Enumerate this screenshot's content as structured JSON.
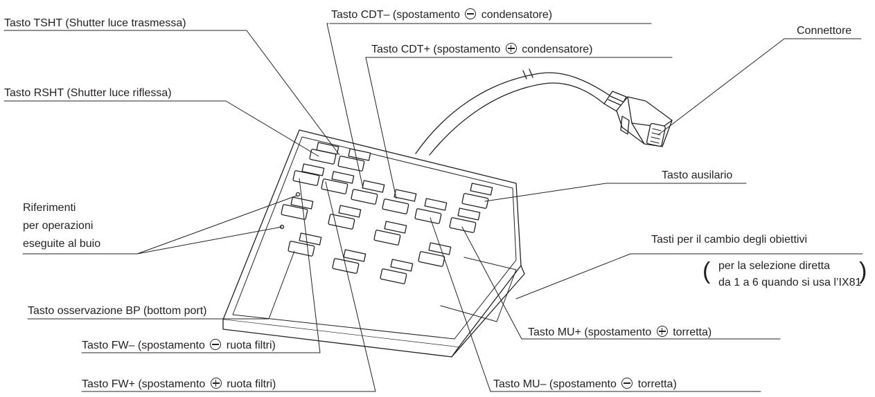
{
  "labels": {
    "tsht": "Tasto TSHT (Shutter luce trasmessa)",
    "rsht": "Tasto RSHT (Shutter luce riflessa)",
    "cdt_minus_a": "Tasto CDT– (spostamento",
    "cdt_minus_b": "condensatore)",
    "cdt_plus_a": "Tasto CDT+ (spostamento",
    "cdt_plus_b": "condensatore)",
    "connector": "Connettore",
    "aux": "Tasto ausilario",
    "dark_ref_1": "Riferimenti",
    "dark_ref_2": "per operazioni",
    "dark_ref_3": "eseguite al buio",
    "objectives": "Tasti per il cambio degli obiettivi",
    "objectives_note_1": "per la selezione diretta",
    "objectives_note_2": "da 1 a 6 quando si usa l’IX81",
    "bp": "Tasto osservazione BP (bottom port)",
    "fw_minus_a": "Tasto FW– (spostamento",
    "fw_minus_b": "ruota filtri)",
    "mu_plus_a": "Tasto MU+ (spostamento",
    "mu_plus_b": "torretta)",
    "fw_plus_a": "Tasto FW+  (spostamento",
    "fw_plus_b": "ruota filtri)",
    "mu_minus_a": "Tasto MU–  (spostamento",
    "mu_minus_b": "torretta)"
  },
  "paren": {
    "open": "(",
    "close": ")"
  },
  "colors": {
    "ink": "#231f20",
    "body_fill": "#ffffff"
  }
}
